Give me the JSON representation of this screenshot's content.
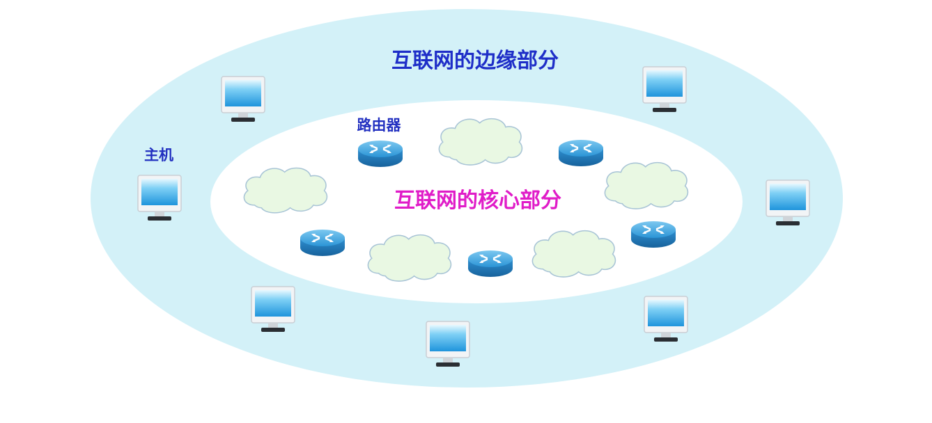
{
  "labels": {
    "edge_title": "互联网的边缘部分",
    "core_title": "互联网的核心部分",
    "router": "路由器",
    "network": "网络",
    "host": "主机"
  },
  "colors": {
    "edge_fill": "#d3f1f8",
    "core_fill": "#ffffff",
    "cloud_fill": "#e9f8e3",
    "cloud_stroke": "#a8c4d6",
    "router_top": "#3aa3de",
    "router_side": "#1f78b8",
    "screen": "#33a9e8",
    "edge_title_color": "#1e2ec8",
    "core_title_color": "#e01cc8",
    "label_color": "#2230c0"
  },
  "icons": {
    "host": "computer-monitor-icon",
    "router": "router-icon",
    "network": "cloud-icon"
  }
}
